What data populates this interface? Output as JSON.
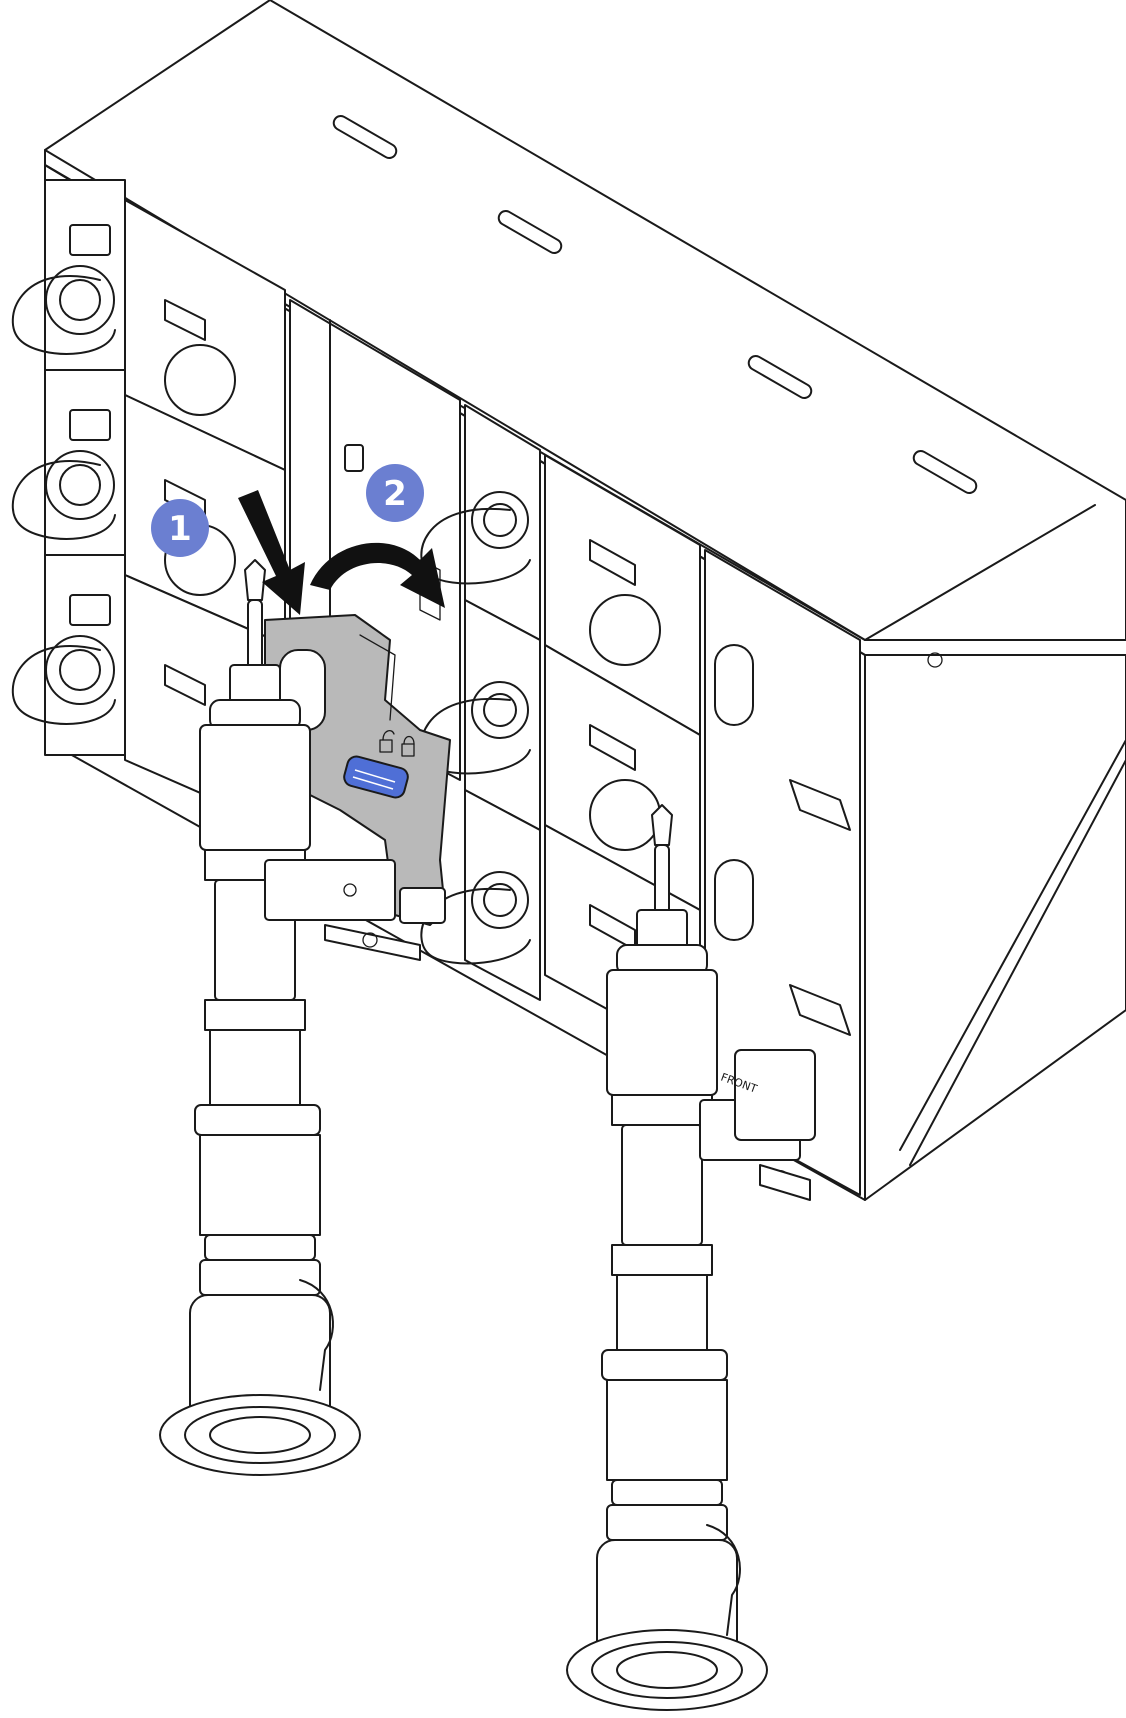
{
  "callouts": [
    {
      "number": "1",
      "color": "#6b7fd1"
    },
    {
      "number": "2",
      "color": "#6b7fd1"
    }
  ],
  "parts": {
    "drip_sensor_bracket_color": "#b9b9b9",
    "release_tab_color": "#4f6fd6",
    "chassis_label": "FRONT"
  },
  "icons": [
    "down-arrow-icon",
    "curved-arrow-icon",
    "unlock-icon"
  ]
}
